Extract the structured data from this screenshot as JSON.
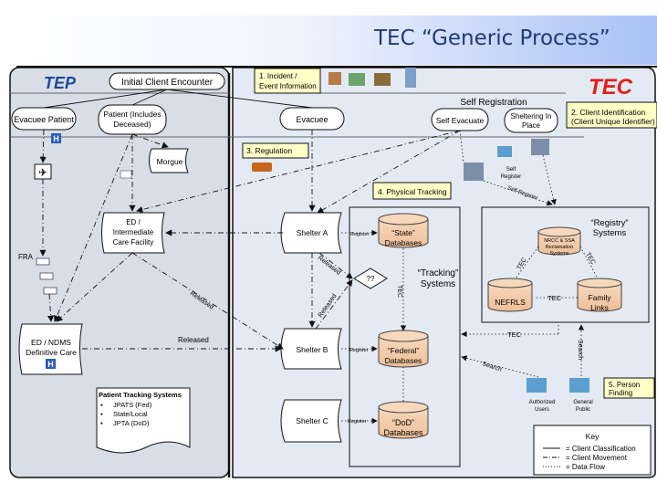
{
  "header": {
    "title": "TEC “Generic Process”"
  },
  "colors": {
    "tep_bg": "#d9dee6",
    "tec_bg": "#e4eaf3",
    "tec_red": "#e0201b",
    "tep_blue": "#1f4a9a",
    "db_fill": "#f2c9a8",
    "note_fill": "#ffffc8",
    "title_text": "#1f3a7a"
  },
  "tep": {
    "label": "TEP",
    "initial_encounter": "Initial Client Encounter",
    "evacuee_patient": "Evacuee Patient",
    "patient_deceased": [
      "Patient (Includes",
      "Deceased)"
    ],
    "morgue": "Morgue",
    "ed_intermediate": [
      "ED /",
      "Intermediate",
      "Care Facility"
    ],
    "fra": "FRA",
    "ed_ndms": [
      "ED / NDMS",
      "Definitive Care"
    ],
    "hospital_icon": "H",
    "released_label": "Released",
    "pts_note": {
      "title": "Patient Tracking Systems",
      "items": [
        "JPATS (Fed)",
        "State/Local",
        "JPTA (DoD)"
      ]
    }
  },
  "tec": {
    "label": "TEC",
    "step1": [
      "1. Incident /",
      "Event Information"
    ],
    "step2": [
      "2. Client Identification",
      "(Client Unique Identifier)"
    ],
    "step3": "3. Regulation",
    "step4": "4. Physical Tracking",
    "step5": [
      "5. Person",
      "Finding"
    ],
    "self_registration": "Self Registration",
    "evacuee": "Evacuee",
    "self_evacuate": "Self Evacuate",
    "sheltering": [
      "Sheltering In",
      "Place"
    ],
    "self_register": [
      "Self",
      "Register"
    ],
    "self_register_flow": "Self-Register",
    "shelters": [
      "Shelter A",
      "Shelter B",
      "Shelter C"
    ],
    "register_label": "Register",
    "released_label": "Released",
    "decision": "??",
    "tracking_systems": [
      "“Tracking”",
      "Systems"
    ],
    "databases": {
      "state": [
        "“State”",
        "Databases"
      ],
      "federal": [
        "“Federal”",
        "Databases"
      ],
      "dod": [
        "“DoD”",
        "Databases"
      ]
    },
    "registry_systems": [
      "“Registry”",
      "Systems"
    ],
    "registry_dbs": {
      "nrcc": [
        "NRCC & SSA",
        "Reclamation",
        "Systems"
      ],
      "nefrls": "NEFRLS",
      "family_links": [
        "Family",
        "Links"
      ]
    },
    "tec_flow": "TEC",
    "search": "Search",
    "authorized_users": [
      "Authorized",
      "Users"
    ],
    "general_public": [
      "General",
      "Public"
    ]
  },
  "key": {
    "title": "Key",
    "items": [
      "= Client Classification",
      "= Client Movement",
      "= Data Flow"
    ]
  }
}
